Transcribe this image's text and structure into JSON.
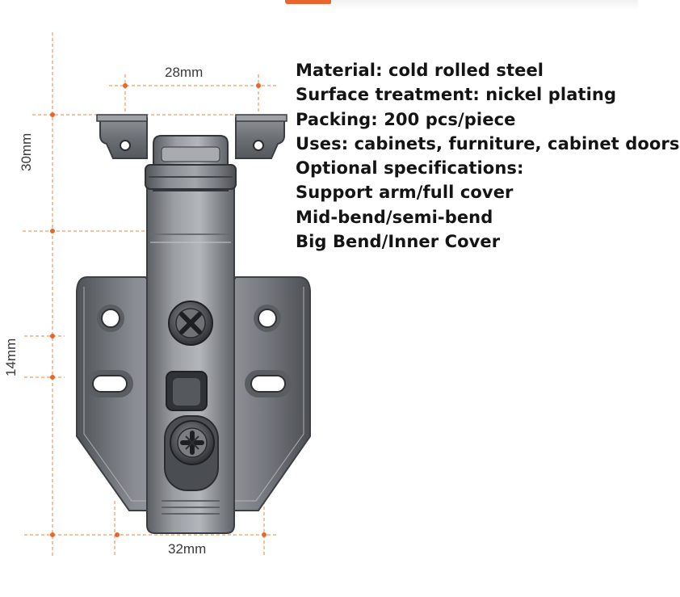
{
  "accent_color": "#e8662e",
  "dimension_color": "#e8863f",
  "specs": [
    "Material: cold rolled steel",
    "Surface treatment: nickel plating",
    "Packing: 200 pcs/piece",
    "Uses: cabinets, furniture, cabinet doors",
    "Optional specifications:",
    "Support arm/full cover",
    "Mid-bend/semi-bend",
    "Big Bend/Inner Cover"
  ],
  "dimensions": {
    "top_width": "28mm",
    "cup_height": "30mm",
    "hole_spacing": "14mm",
    "base_width": "32mm"
  }
}
